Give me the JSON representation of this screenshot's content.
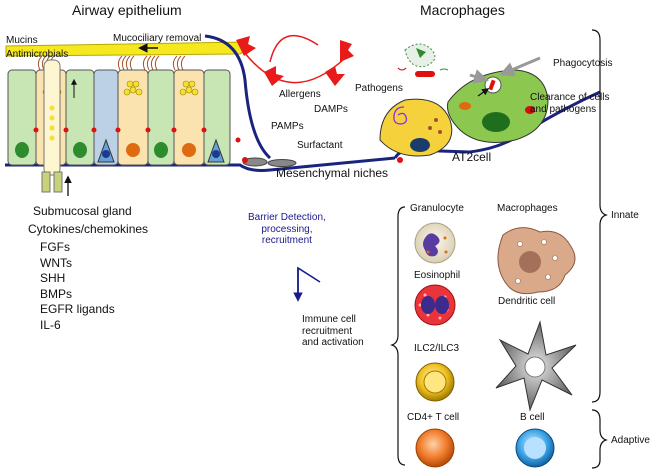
{
  "headers": {
    "airway": "Airway epithelium",
    "macrophages": "Macrophages"
  },
  "airway": {
    "mucins": "Mucins",
    "antimicrobials": "Antimicrobials",
    "mucociliary": "Mucociliary removal",
    "submucosal": "Submucosal gland",
    "cytokines_title": "Cytokines/chemokines",
    "cytokines": [
      "FGFs",
      "WNTs",
      "SHH",
      "BMPs",
      "EGFR ligands",
      "IL-6"
    ]
  },
  "center": {
    "allergens": "Allergens",
    "damps": "DAMPs",
    "pamps": "PAMPs",
    "surfactant": "Surfactant",
    "pathogens": "Pathogens",
    "mesenchymal": "Mesenchymal niches"
  },
  "alveolar": {
    "phagocytosis": "Phagocytosis",
    "clearance": "Clearance of cells\nand pathogens",
    "at2": "AT2cell"
  },
  "barrier": {
    "text": "Barrier Detection,\nprocessing,\nrecruitment"
  },
  "immune": {
    "recruitment": "Immune cell\nrecruitment\nand activation",
    "granulocyte": "Granulocyte",
    "macrophages": "Macrophages",
    "eosinophil": "Eosinophil",
    "dendritic": "Dendritic cell",
    "ilc": "ILC2/ILC3",
    "cd4": "CD4+ T cell",
    "bcell": "B cell"
  },
  "brackets": {
    "innate": "Innate",
    "adaptive": "Adaptive"
  },
  "colors": {
    "mucus": "#f5e81f",
    "membrane": "#1a237e",
    "at2": "#f5d23c",
    "macrophage": "#8cc850",
    "allergen_red": "#e81a1a",
    "barrier_text": "#1a1a8c"
  }
}
